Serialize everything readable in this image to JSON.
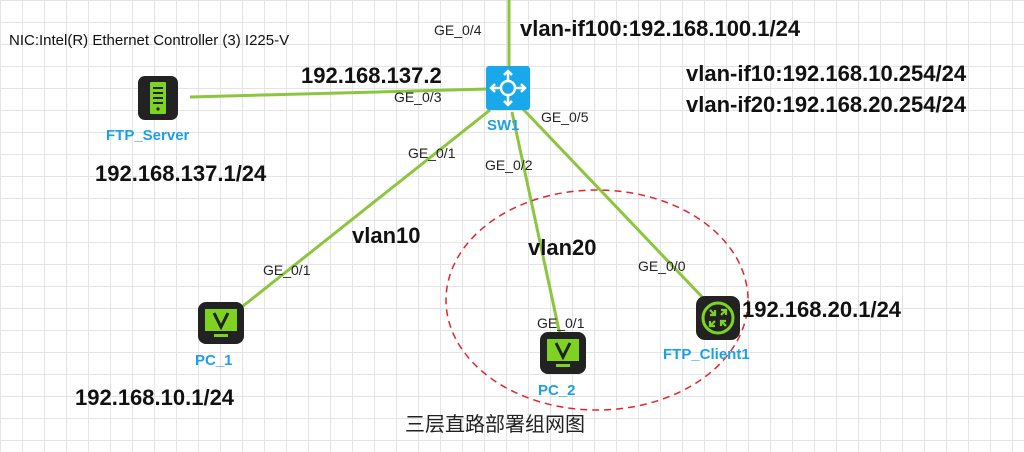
{
  "colors": {
    "link": "#8cc63f",
    "node_name": "#1ea0e6",
    "vlan_ring": "#e0262b",
    "device_dark": "#222222",
    "device_green": "#7ed321",
    "switch_blue": "#19a9ea"
  },
  "icons": {
    "switch": "switch-icon",
    "server": "server-icon",
    "pc": "monitor-icon",
    "router": "router-icon"
  },
  "nic_label": "NIC:Intel(R) Ethernet Controller (3) I225-V",
  "nodes": {
    "sw1": {
      "name": "SW1"
    },
    "ftp_server": {
      "name": "FTP_Server",
      "ip": "192.168.137.1/24"
    },
    "pc1": {
      "name": "PC_1",
      "ip": "192.168.10.1/24"
    },
    "pc2": {
      "name": "PC_2"
    },
    "ftp_client": {
      "name": "FTP_Client1",
      "ip": "192.168.20.1/24"
    }
  },
  "links": {
    "uplink": {
      "sw_port": "GE_0/4"
    },
    "server": {
      "sw_port": "GE_0/3",
      "ip": "192.168.137.2"
    },
    "pc1": {
      "sw_port": "GE_0/1",
      "dev_port": "GE_0/1"
    },
    "pc2": {
      "sw_port": "GE_0/2",
      "dev_port": "GE_0/1"
    },
    "client": {
      "sw_port": "GE_0/5",
      "dev_port": "GE_0/0"
    }
  },
  "vlan_interfaces": {
    "v100": "vlan-if100:192.168.100.1/24",
    "v10": "vlan-if10:192.168.10.254/24",
    "v20": "vlan-if20:192.168.20.254/24"
  },
  "vlans": {
    "vlan10": "vlan10",
    "vlan20": "vlan20"
  },
  "caption": "三层直路部署组网图"
}
